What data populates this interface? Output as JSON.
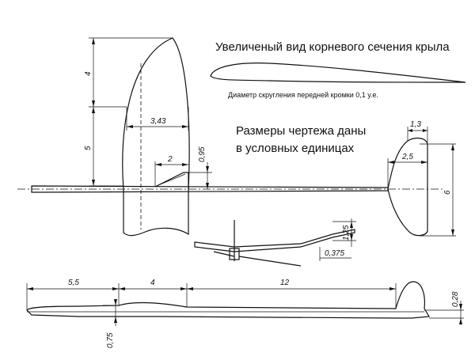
{
  "texts": {
    "root_section_title": "Увеличеный вид корневого сечения крыла",
    "leading_edge_note": "Диаметр скругления передней кромки 0,1 у.е.",
    "units_note_line1": "Размеры чертежа даны",
    "units_note_line2": "в условных единицах"
  },
  "dimensions": {
    "wing_span_outer": "4",
    "wing_span_inner": "5",
    "wing_chord": "3,43",
    "pylon_length": "2",
    "pylon_height": "0,95",
    "stab_chord": "1,3",
    "stab_root": "2,5",
    "stab_span": "6",
    "dihedral_rise": "1,25",
    "dihedral_offset": "0,375",
    "side_nose": "5,5",
    "side_wing": "4",
    "side_tail": "12",
    "fin_height": "0,28",
    "fuselage_depth": "0,75"
  }
}
